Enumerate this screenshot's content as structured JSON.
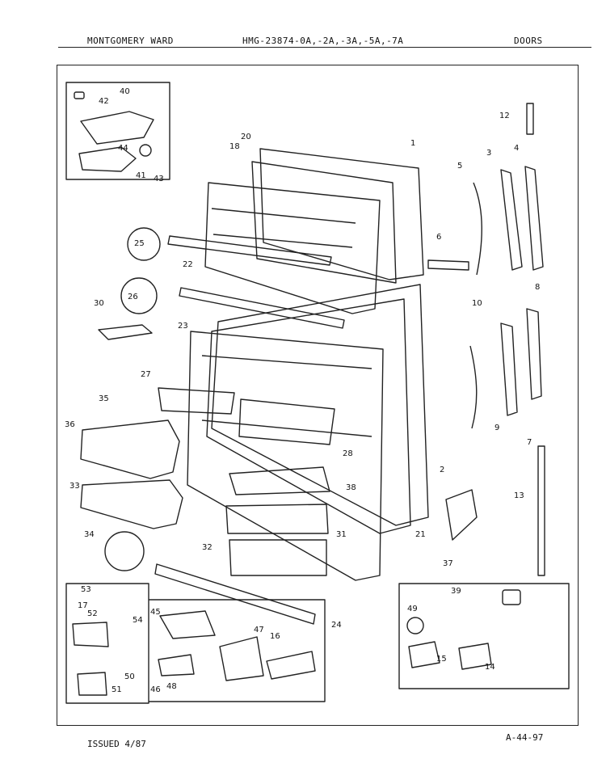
{
  "header": {
    "left": "MONTGOMERY WARD",
    "model": "HMG-23874-0A,-2A,-3A,-5A,-7A",
    "section": "DOORS"
  },
  "footer": {
    "issued": "ISSUED 4/87",
    "code": "A-44-97"
  },
  "callouts": [
    "1",
    "2",
    "3",
    "4",
    "5",
    "6",
    "7",
    "8",
    "9",
    "10",
    "12",
    "13",
    "14",
    "15",
    "16",
    "17",
    "18",
    "20",
    "21",
    "22",
    "23",
    "24",
    "25",
    "26",
    "27",
    "28",
    "30",
    "31",
    "32",
    "33",
    "34",
    "35",
    "36",
    "37",
    "38",
    "39",
    "40",
    "41",
    "42",
    "43",
    "44",
    "45",
    "46",
    "47",
    "48",
    "49",
    "50",
    "51",
    "52",
    "53",
    "54"
  ],
  "colors": {
    "ink": "#222222",
    "paper": "#ffffff"
  }
}
